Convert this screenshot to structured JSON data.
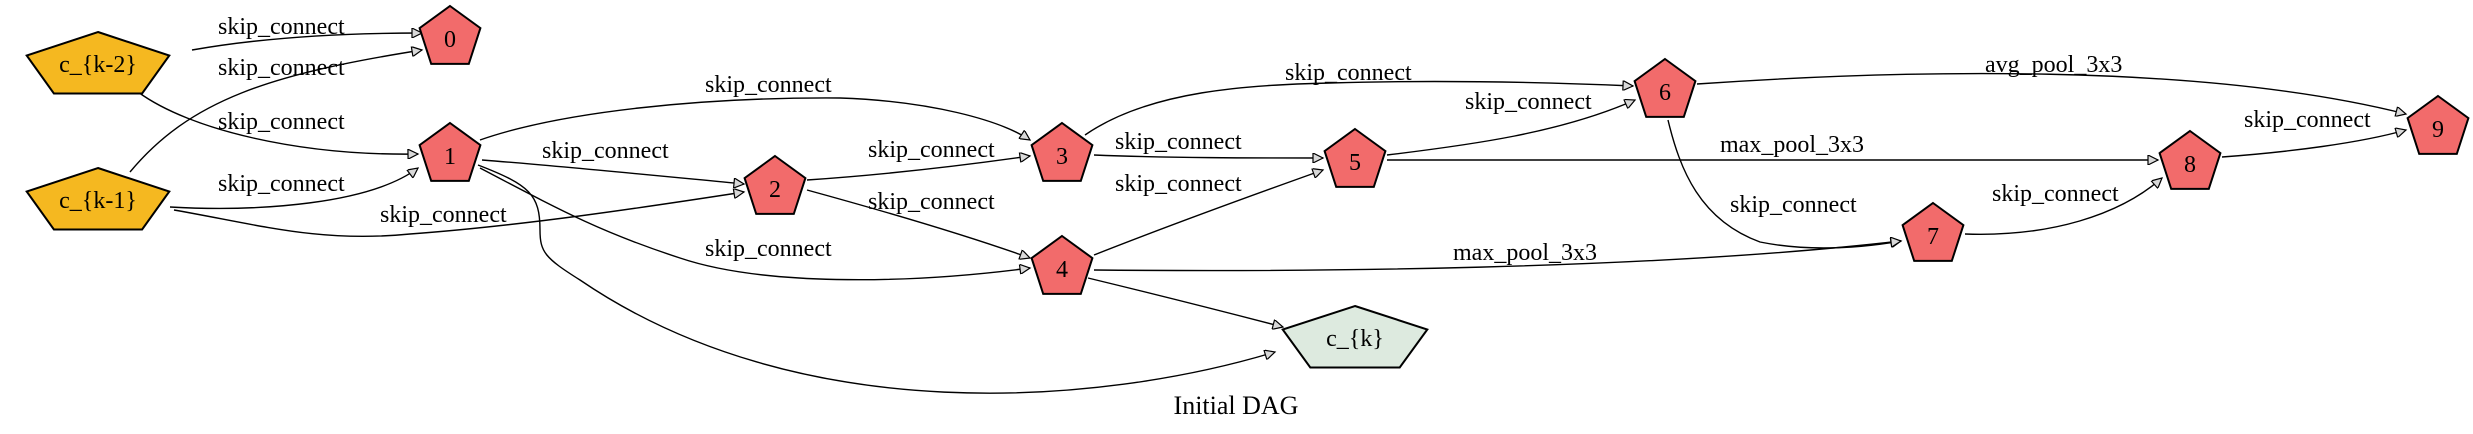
{
  "caption": "Initial DAG",
  "colors": {
    "input_fill": "#f5b820",
    "op_fill": "#f26b6b",
    "output_fill": "#ddeadf",
    "edge_stroke": "#000000",
    "arrow_fill": "#d9d9d9"
  },
  "nodes": [
    {
      "id": "ck2",
      "label": "c_{k-2}",
      "kind": "input"
    },
    {
      "id": "ck1",
      "label": "c_{k-1}",
      "kind": "input"
    },
    {
      "id": "n0",
      "label": "0",
      "kind": "op"
    },
    {
      "id": "n1",
      "label": "1",
      "kind": "op"
    },
    {
      "id": "n2",
      "label": "2",
      "kind": "op"
    },
    {
      "id": "n3",
      "label": "3",
      "kind": "op"
    },
    {
      "id": "n4",
      "label": "4",
      "kind": "op"
    },
    {
      "id": "n5",
      "label": "5",
      "kind": "op"
    },
    {
      "id": "n6",
      "label": "6",
      "kind": "op"
    },
    {
      "id": "n7",
      "label": "7",
      "kind": "op"
    },
    {
      "id": "n8",
      "label": "8",
      "kind": "op"
    },
    {
      "id": "n9",
      "label": "9",
      "kind": "op"
    },
    {
      "id": "ck",
      "label": "c_{k}",
      "kind": "output"
    }
  ],
  "edges": [
    {
      "from": "ck2",
      "to": "n0",
      "label": "skip_connect"
    },
    {
      "from": "ck1",
      "to": "n0",
      "label": "skip_connect"
    },
    {
      "from": "ck2",
      "to": "n1",
      "label": "skip_connect"
    },
    {
      "from": "ck1",
      "to": "n1",
      "label": "skip_connect"
    },
    {
      "from": "ck1",
      "to": "n2",
      "label": "skip_connect"
    },
    {
      "from": "n1",
      "to": "n2",
      "label": "skip_connect"
    },
    {
      "from": "n1",
      "to": "n3",
      "label": "skip_connect"
    },
    {
      "from": "n2",
      "to": "n3",
      "label": "skip_connect"
    },
    {
      "from": "n1",
      "to": "n4",
      "label": "skip_connect"
    },
    {
      "from": "n2",
      "to": "n4",
      "label": "skip_connect"
    },
    {
      "from": "n3",
      "to": "n5",
      "label": "skip_connect"
    },
    {
      "from": "n4",
      "to": "n5",
      "label": "skip_connect"
    },
    {
      "from": "n3",
      "to": "n6",
      "label": "skip_connect"
    },
    {
      "from": "n5",
      "to": "n6",
      "label": "skip_connect"
    },
    {
      "from": "n6",
      "to": "n7",
      "label": "skip_connect"
    },
    {
      "from": "n4",
      "to": "n7",
      "label": "max_pool_3x3"
    },
    {
      "from": "n5",
      "to": "n8",
      "label": "max_pool_3x3"
    },
    {
      "from": "n7",
      "to": "n8",
      "label": "skip_connect"
    },
    {
      "from": "n6",
      "to": "n9",
      "label": "avg_pool_3x3"
    },
    {
      "from": "n8",
      "to": "n9",
      "label": "skip_connect"
    },
    {
      "from": "n1",
      "to": "ck",
      "label": ""
    },
    {
      "from": "n4",
      "to": "ck",
      "label": ""
    }
  ]
}
